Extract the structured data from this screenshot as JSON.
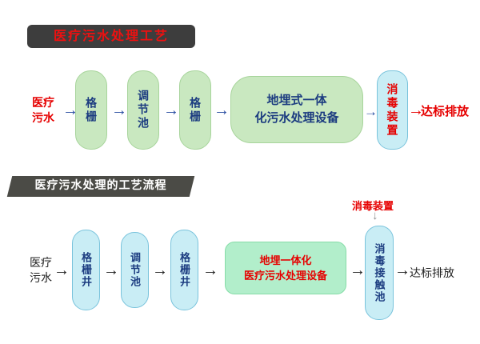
{
  "colors": {
    "green_box": "#c9e8c0",
    "cyan_box": "#c9edf5",
    "navy_text": "#1c3c80",
    "red_accent": "#e60000",
    "title_bar_bg": "#3d3d3d",
    "banner_bg": "#4b4b46",
    "arrow_blue": "#2b4fa2"
  },
  "glyphs": {
    "arrow": "→",
    "down_arrow": "↓"
  },
  "section1": {
    "title": "医疗污水处理工艺",
    "source": "医疗\n污水",
    "nodes": [
      "格栅",
      "调节池",
      "格栅"
    ],
    "main_unit": "地埋式一体\n化污水处理设备",
    "disinfection": "消毒装置",
    "output": "达标排放"
  },
  "section2": {
    "title": "医疗污水处理的工艺流程",
    "source": "医疗\n污水",
    "nodes": [
      "格栅井",
      "调节池",
      "格栅井"
    ],
    "main_unit": "地埋一体化\n医疗污水处理设备",
    "disinfection_label": "消毒装置",
    "contact_tank": "消毒接触池",
    "output": "达标排放"
  }
}
